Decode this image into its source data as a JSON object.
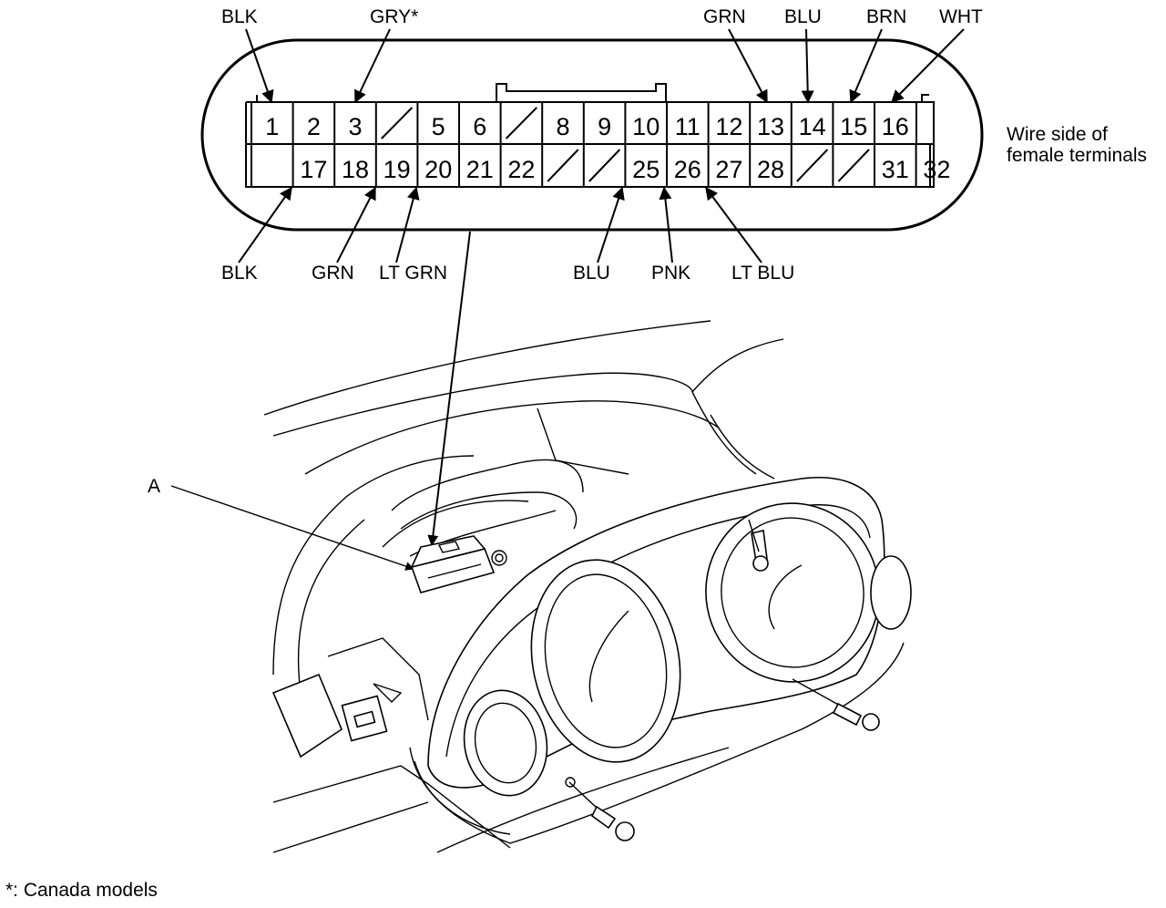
{
  "connector": {
    "row1": [
      "1",
      "2",
      "3",
      "",
      "5",
      "6",
      "",
      "8",
      "9",
      "10",
      "11",
      "12",
      "13",
      "14",
      "15",
      "16"
    ],
    "row2": [
      "",
      "17",
      "18",
      "19",
      "20",
      "21",
      "22",
      "",
      "",
      "25",
      "26",
      "27",
      "28",
      "",
      "",
      "31",
      "32"
    ],
    "side_label_line1": "Wire side of",
    "side_label_line2": "female terminals"
  },
  "wires_top": [
    {
      "terminal": "1",
      "color": "BLK"
    },
    {
      "terminal": "3",
      "color": "GRY*"
    },
    {
      "terminal": "13",
      "color": "GRN"
    },
    {
      "terminal": "14",
      "color": "BLU"
    },
    {
      "terminal": "15",
      "color": "BRN"
    },
    {
      "terminal": "16",
      "color": "WHT"
    }
  ],
  "wires_bottom": [
    {
      "terminal": "17",
      "color": "BLK"
    },
    {
      "terminal": "19",
      "color": "GRN"
    },
    {
      "terminal": "20",
      "color": "LT GRN"
    },
    {
      "terminal": "25",
      "color": "BLU"
    },
    {
      "terminal": "26",
      "color": "PNK"
    },
    {
      "terminal": "27",
      "color": "LT BLU"
    }
  ],
  "callout": "A",
  "footnote": "*: Canada models"
}
